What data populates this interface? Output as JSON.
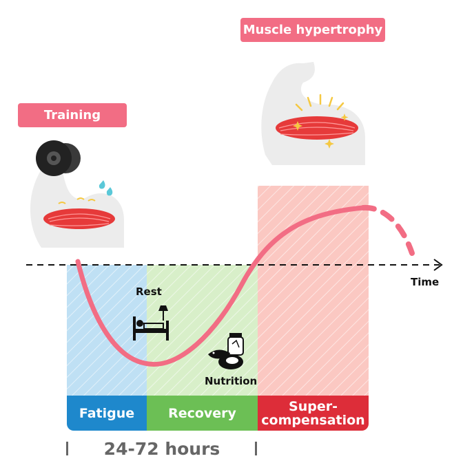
{
  "labels": {
    "training": "Training",
    "hypertrophy": "Muscle hypertrophy",
    "time": "Time",
    "rest": "Rest",
    "nutrition": "Nutrition",
    "duration": "24-72 hours"
  },
  "phases": [
    {
      "label": "Fatigue",
      "color": "#1e88cc"
    },
    {
      "label": "Recovery",
      "color": "#6cbf55"
    },
    {
      "label": "Super-\ncompensation",
      "color": "#dd2d39"
    }
  ],
  "colors": {
    "accent": "#f26d84",
    "curve": "#f26d84",
    "fatigue_zone": "#bfe0f4",
    "recovery_zone": "#d8efc9",
    "supercomp_zone": "#fbc8c2",
    "muscle": "#e63a3a",
    "arm": "#ececec"
  },
  "icons": [
    "dumbbell-icon",
    "flexed-arm-icon",
    "bed-icon",
    "food-icon",
    "sweat-drop-icon",
    "sparkle-icon"
  ]
}
